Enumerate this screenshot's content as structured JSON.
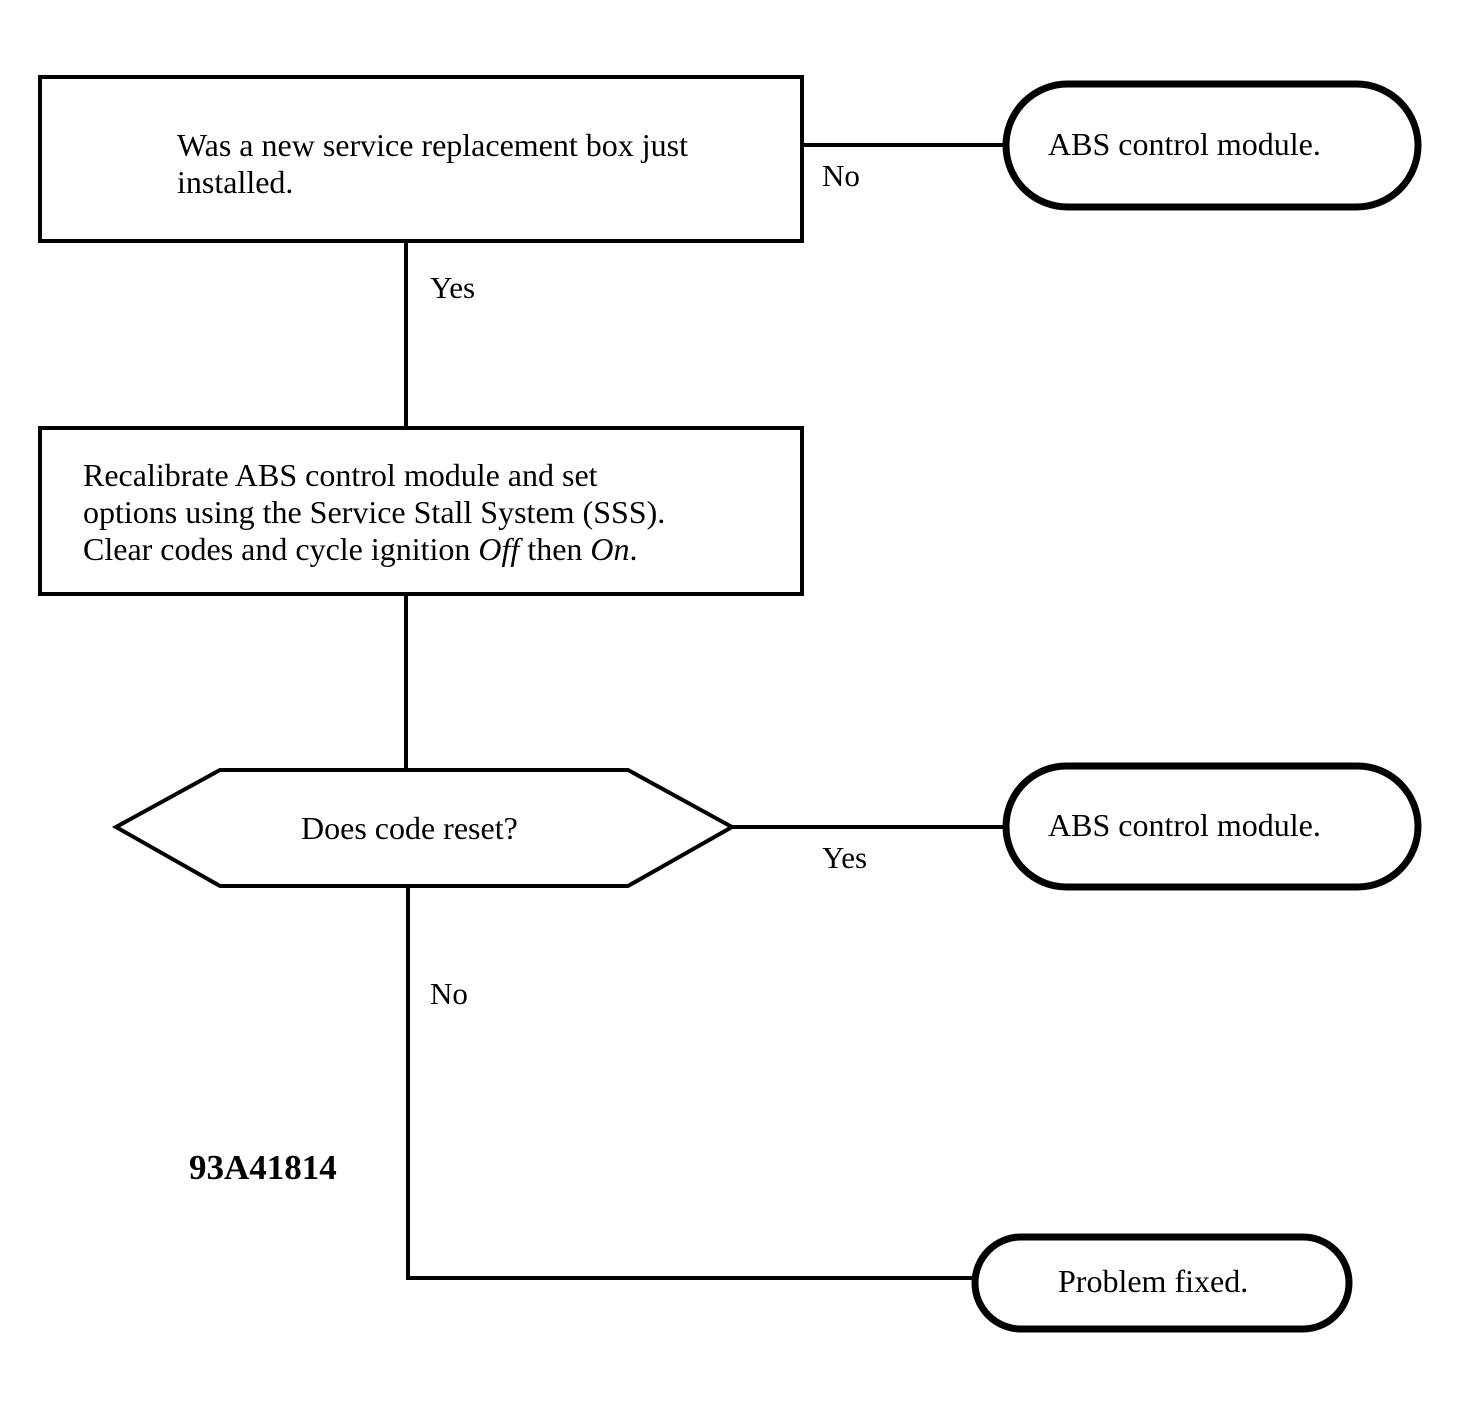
{
  "flowchart": {
    "question1": {
      "line1": "Was a new service replacement box just",
      "line2": "installed."
    },
    "step1": {
      "line1": "Recalibrate ABS control module and set",
      "line2": "options using the Service Stall System (SSS).",
      "line3_pre": "Clear codes and cycle ignition ",
      "line3_off": "Off",
      "line3_mid": " then ",
      "line3_on": "On",
      "line3_post": "."
    },
    "decision1": {
      "text": "Does code reset?"
    },
    "outcome_top": {
      "text": "ABS control module."
    },
    "outcome_mid": {
      "text": "ABS control module."
    },
    "outcome_bottom": {
      "text": "Problem fixed."
    },
    "labels": {
      "q1_no": "No",
      "q1_yes": "Yes",
      "d1_yes": "Yes",
      "d1_no": "No"
    },
    "figure_id": "93A41814"
  }
}
